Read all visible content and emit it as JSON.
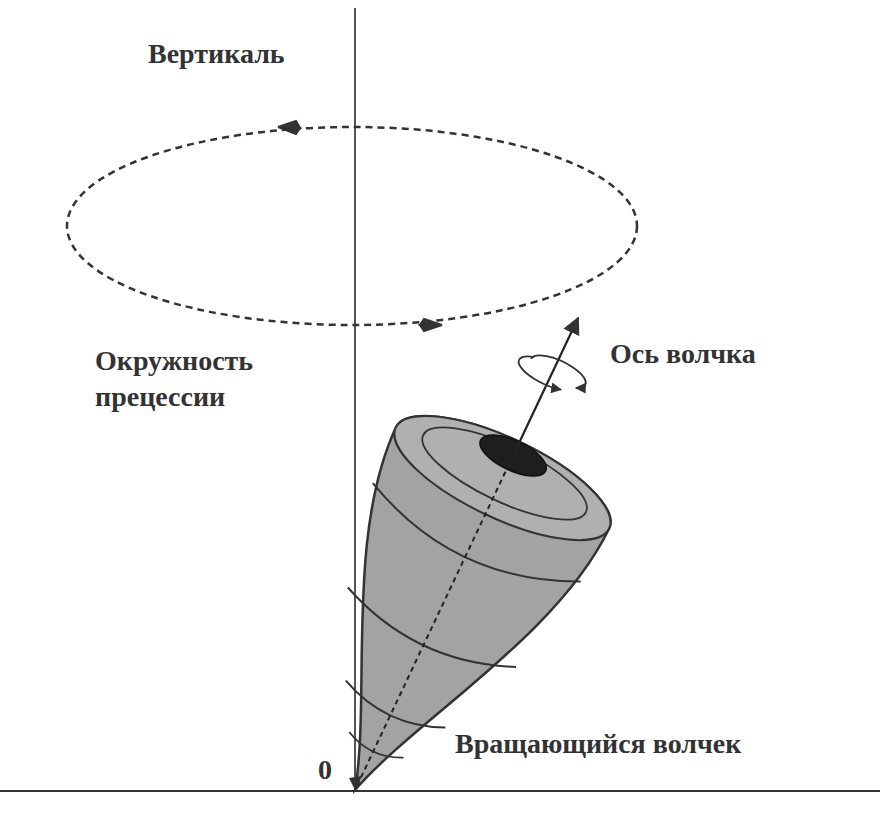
{
  "diagram": {
    "labels": [
      "Вертикаль",
      "Окружность прецессии",
      "Ось волчка",
      "Вращающийся волчек",
      "0"
    ]
  }
}
